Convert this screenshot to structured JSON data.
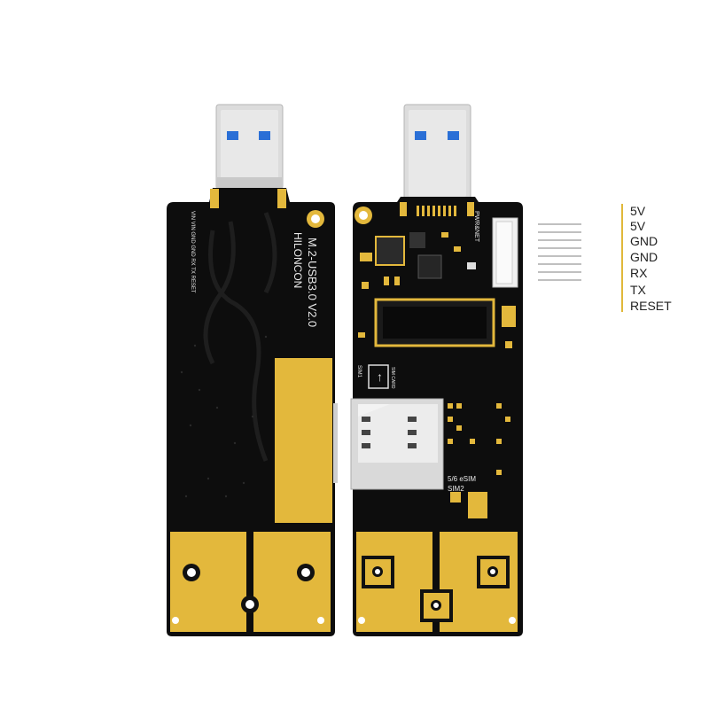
{
  "board_front": {
    "title": "M.2-USB3.0 V2.0",
    "brand": "HILONCON",
    "pin_header_silk": "VIN VIN GND GND RX TX RESET"
  },
  "board_back": {
    "pwr_net_label": "PWR&NET",
    "sim1_label": "SIM1",
    "sim_card_label": "SIM CARD",
    "sim2_label": "SIM2",
    "esim_label": "5/6 eSIM"
  },
  "pinout": {
    "pins": [
      "5V",
      "5V",
      "GND",
      "GND",
      "RX",
      "TX",
      "RESET"
    ],
    "accent_color": "#e0b83a"
  },
  "colors": {
    "pcb": "#0d0d0d",
    "gold": "#e3b83c",
    "usb_metal": "#d9d9d9",
    "usb_contact_blue": "#2a6fd6"
  }
}
